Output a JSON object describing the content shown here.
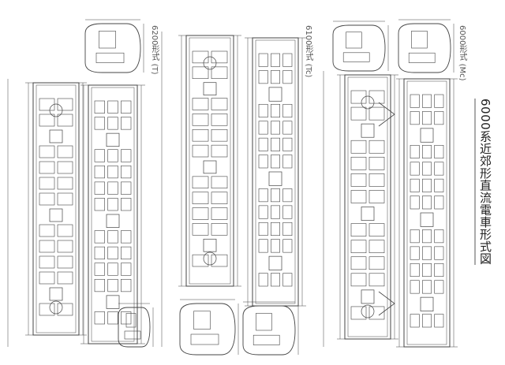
{
  "title": "6000系近郊形直流電車形式図",
  "cars": [
    {
      "label": "6200形式 (T)"
    },
    {
      "label": "6100形式 (Tc)"
    },
    {
      "label": "6000形式 (Mc)"
    }
  ],
  "colors": {
    "line": "#444444",
    "paper": "#ffffff"
  }
}
